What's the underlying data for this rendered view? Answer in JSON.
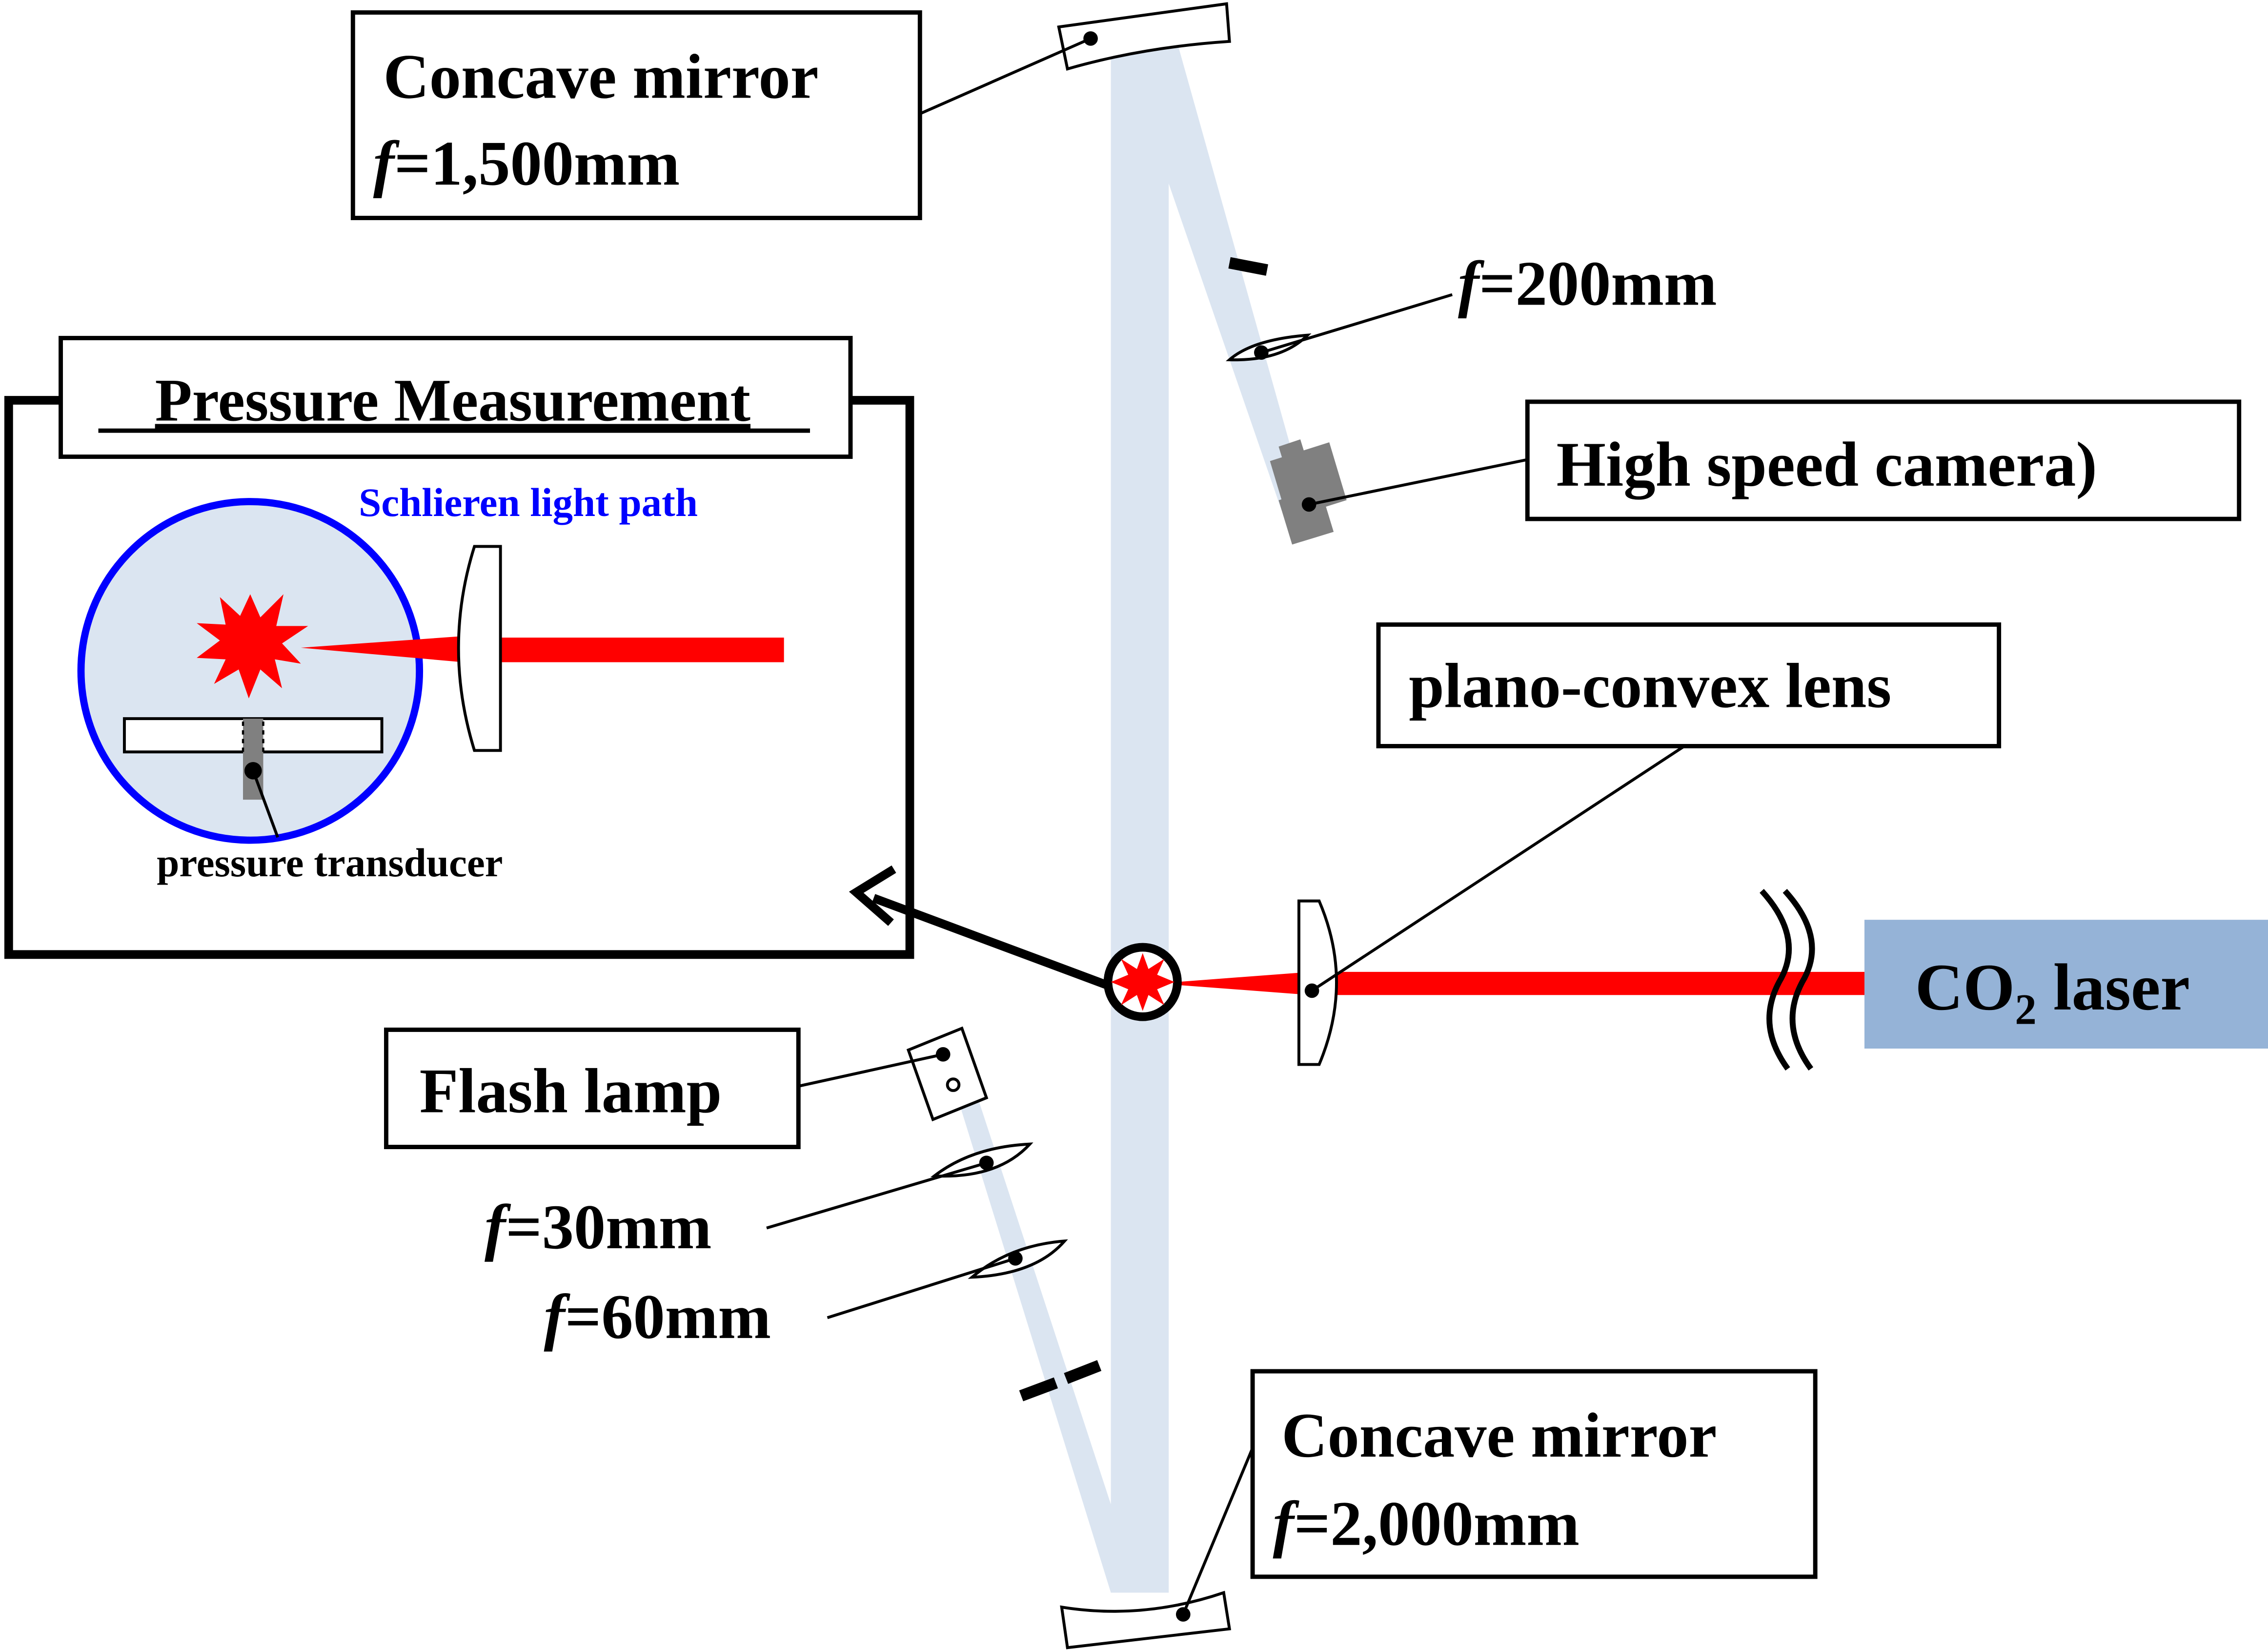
{
  "labels": {
    "mirror_top_title": "Concave mirror",
    "mirror_top_f": "=1,500mm",
    "mirror_bottom_title": "Concave mirror",
    "mirror_bottom_f": "=2,000mm",
    "lens_200": "=200mm",
    "lens_30": "=30mm",
    "lens_60": "=60mm",
    "f_symbol": "f",
    "camera": "High speed camera)",
    "plano_lens": "plano-convex lens",
    "laser_main": "CO",
    "laser_sub": "2",
    "laser_tail": " laser",
    "flash_lamp": "Flash lamp",
    "inset_title": "Pressure Measurement",
    "schlieren": "Schlieren light path",
    "transducer": "pressure transducer"
  },
  "colors": {
    "laser_beam": "#ff0000",
    "schlieren_beam": "#dbe5f1",
    "laser_box": "#95b3d7",
    "schlieren_text": "#0000ff",
    "chamber_circle": "#0000ff",
    "camera_body": "#808080"
  }
}
